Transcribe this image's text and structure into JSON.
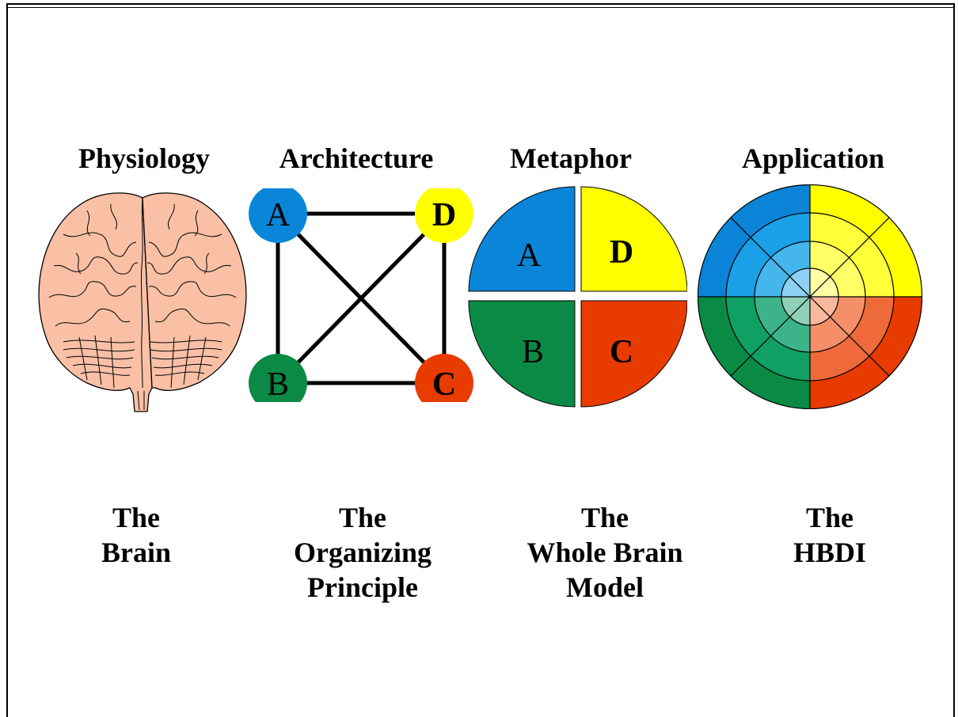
{
  "columns": [
    {
      "heading": "Physiology",
      "caption": [
        "The",
        "Brain"
      ]
    },
    {
      "heading": "Architecture",
      "caption": [
        "The",
        "Organizing",
        "Principle"
      ]
    },
    {
      "heading": "Metaphor",
      "caption": [
        "The",
        "Whole Brain",
        "Model"
      ]
    },
    {
      "heading": "Application",
      "caption": [
        "The",
        "HBDI"
      ]
    }
  ],
  "quadrant_labels": {
    "a": "A",
    "b": "B",
    "c": "C",
    "d": "D"
  },
  "colors": {
    "a": "#0a86d9",
    "b": "#0a8a45",
    "c": "#e83b00",
    "d": "#ffff00",
    "brain": "#f9c0a6"
  }
}
